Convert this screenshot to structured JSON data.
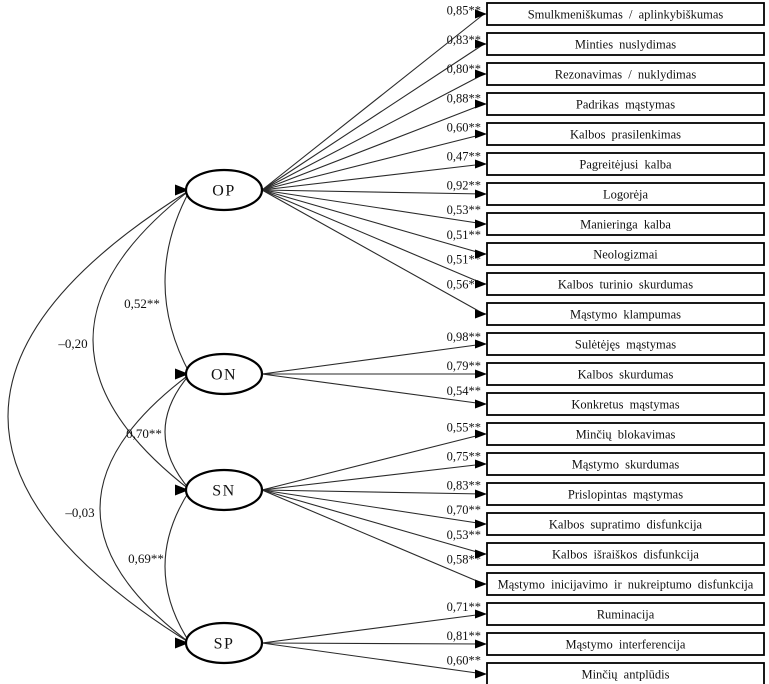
{
  "diagram": {
    "type": "sem-path-diagram",
    "colors": {
      "line": "#2a2a2a",
      "box_border": "#000000",
      "box_fill": "#ffffff",
      "text": "#111111"
    },
    "factors": [
      {
        "id": "OP",
        "label": "OP",
        "indicators": [
          {
            "name": "Smulkmeniškumas / aplinkybiškumas",
            "loading": "0,85**"
          },
          {
            "name": "Minties nuslydimas",
            "loading": "0,83**"
          },
          {
            "name": "Rezonavimas / nuklydimas",
            "loading": "0,80**"
          },
          {
            "name": "Padrikas mąstymas",
            "loading": "0,88**"
          },
          {
            "name": "Kalbos prasilenkimas",
            "loading": "0,60**"
          },
          {
            "name": "Pagreitėjusi kalba",
            "loading": "0,47**"
          },
          {
            "name": "Logorėja",
            "loading": "0,92**"
          },
          {
            "name": "Manieringa kalba",
            "loading": "0,53**"
          },
          {
            "name": "Neologizmai",
            "loading": "0,51**"
          },
          {
            "name": "Kalbos turinio skurdumas",
            "loading": "0,51**"
          },
          {
            "name": "Mąstymo klampumas",
            "loading": "0,56**"
          }
        ]
      },
      {
        "id": "ON",
        "label": "ON",
        "indicators": [
          {
            "name": "Sulėtėjęs mąstymas",
            "loading": "0,98**"
          },
          {
            "name": "Kalbos skurdumas",
            "loading": "0,79**"
          },
          {
            "name": "Konkretus mąstymas",
            "loading": "0,54**"
          }
        ]
      },
      {
        "id": "SN",
        "label": "SN",
        "indicators": [
          {
            "name": "Minčių blokavimas",
            "loading": "0,55**"
          },
          {
            "name": "Mąstymo skurdumas",
            "loading": "0,75**"
          },
          {
            "name": "Prislopintas mąstymas",
            "loading": "0,83**"
          },
          {
            "name": "Kalbos supratimo disfunkcija",
            "loading": "0,70**"
          },
          {
            "name": "Kalbos išraiškos disfunkcija",
            "loading": "0,53**"
          },
          {
            "name": "Mąstymo inicijavimo ir nukreiptumo disfunkcija",
            "loading": "0,58**"
          }
        ]
      },
      {
        "id": "SP",
        "label": "SP",
        "indicators": [
          {
            "name": "Ruminacija",
            "loading": "0,71**"
          },
          {
            "name": "Mąstymo interferencija",
            "loading": "0,81**"
          },
          {
            "name": "Minčių antplūdis",
            "loading": "0,60**"
          }
        ]
      }
    ],
    "correlations": [
      {
        "from": "OP",
        "to": "ON",
        "label": "0,52**"
      },
      {
        "from": "OP",
        "to": "SN",
        "label": "–0,20"
      },
      {
        "from": "OP",
        "to": "SP",
        "label": ""
      },
      {
        "from": "ON",
        "to": "SN",
        "label": "0,70**"
      },
      {
        "from": "ON",
        "to": "SP",
        "label": "–0,03"
      },
      {
        "from": "SN",
        "to": "SP",
        "label": "0,69**"
      }
    ]
  }
}
